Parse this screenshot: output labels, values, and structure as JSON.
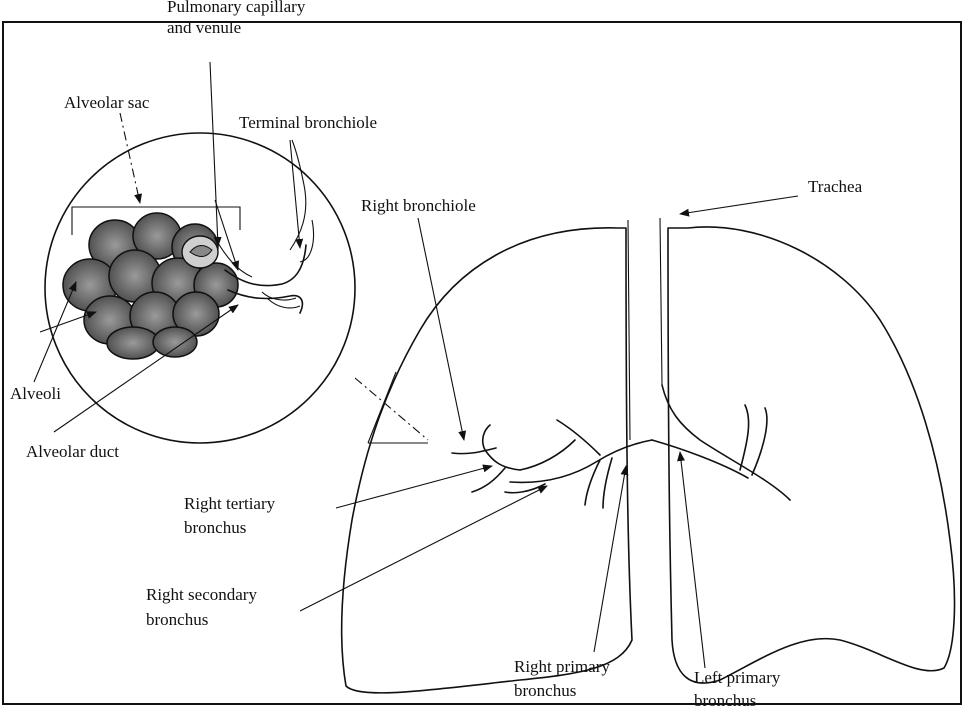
{
  "labels": {
    "pulmonary_capillary_1": "Pulmonary capillary",
    "pulmonary_capillary_2": "and venule",
    "alveolar_sac": "Alveolar sac",
    "terminal_bronchiole": "Terminal bronchiole",
    "trachea": "Trachea",
    "right_bronchiole": "Right bronchiole",
    "alveoli": "Alveoli",
    "alveolar_duct": "Alveolar duct",
    "right_tertiary_1": "Right tertiary",
    "right_tertiary_2": "bronchus",
    "right_secondary_1": "Right secondary",
    "right_secondary_2": "bronchus",
    "right_primary_1": "Right primary",
    "right_primary_2": "bronchus",
    "left_primary_1": "Left primary",
    "left_primary_2": "bronchus"
  }
}
